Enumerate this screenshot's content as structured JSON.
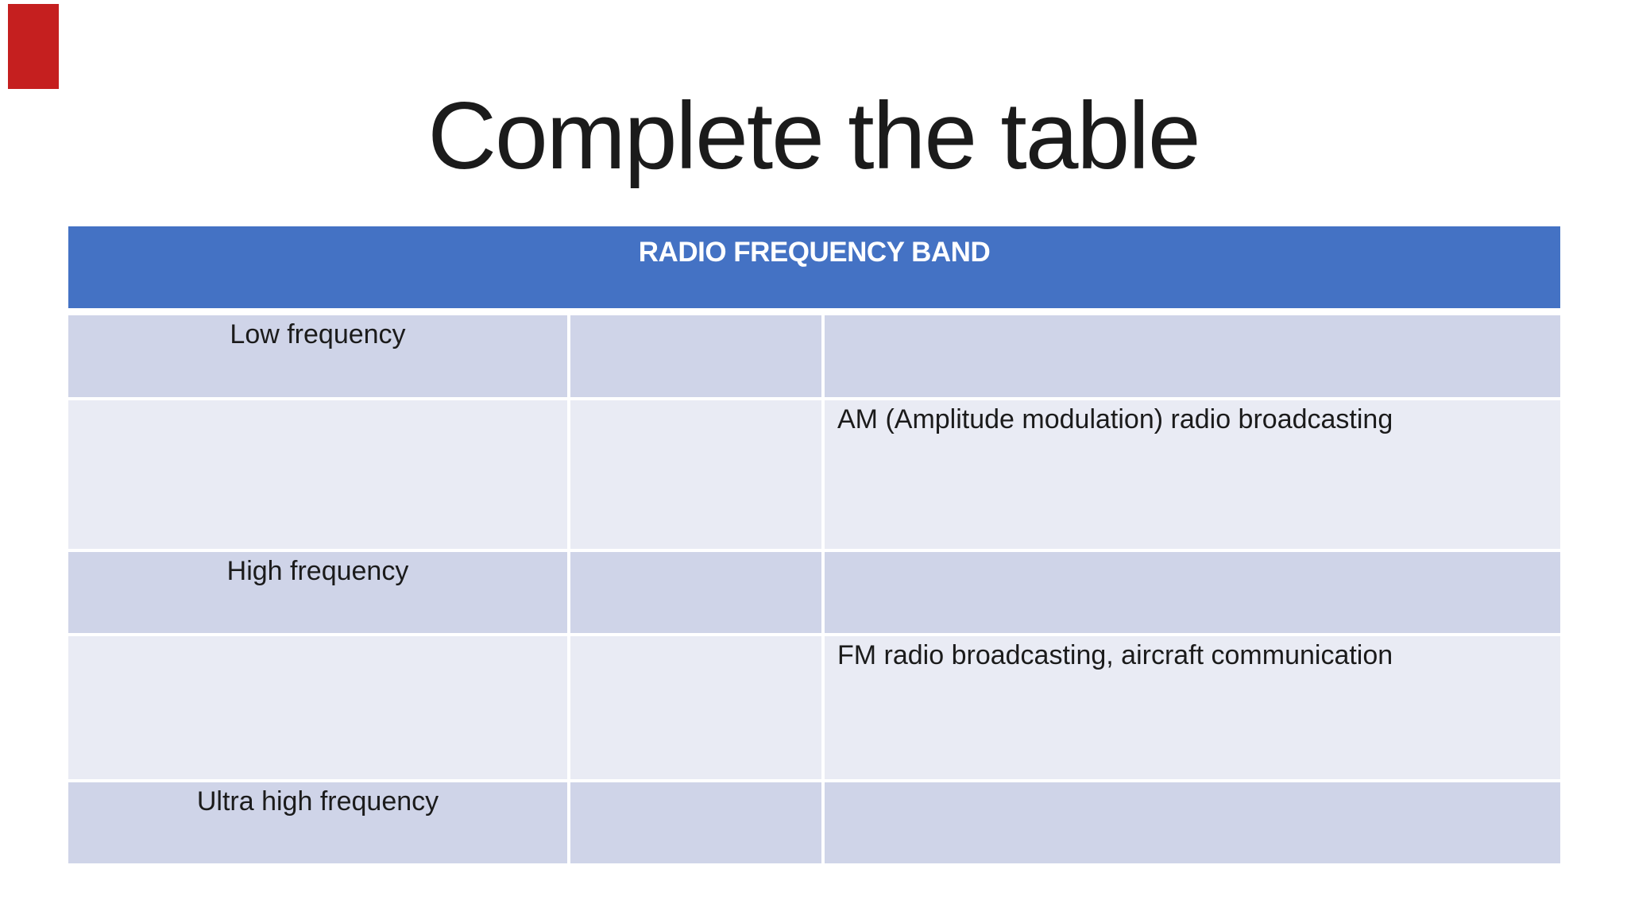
{
  "slide": {
    "title": "Complete the table",
    "background_color": "#ffffff",
    "accent_shape": {
      "color": "#c51f1f"
    }
  },
  "table": {
    "header": {
      "label": "RADIO FREQUENCY BAND",
      "bg_color": "#4472c4",
      "text_color": "#ffffff"
    },
    "style": {
      "band_dark_color": "#cfd4e8",
      "band_light_color": "#e9ebf4",
      "border_color": "#ffffff",
      "body_text_color": "#1b1b1b"
    },
    "rows": [
      {
        "cells": [
          "Low frequency",
          "",
          ""
        ]
      },
      {
        "cells": [
          "",
          "",
          "AM (Amplitude modulation) radio broadcasting"
        ]
      },
      {
        "cells": [
          "High frequency",
          "",
          ""
        ]
      },
      {
        "cells": [
          "",
          "",
          "FM radio broadcasting, aircraft communication"
        ]
      },
      {
        "cells": [
          "Ultra high frequency",
          "",
          ""
        ]
      }
    ]
  }
}
